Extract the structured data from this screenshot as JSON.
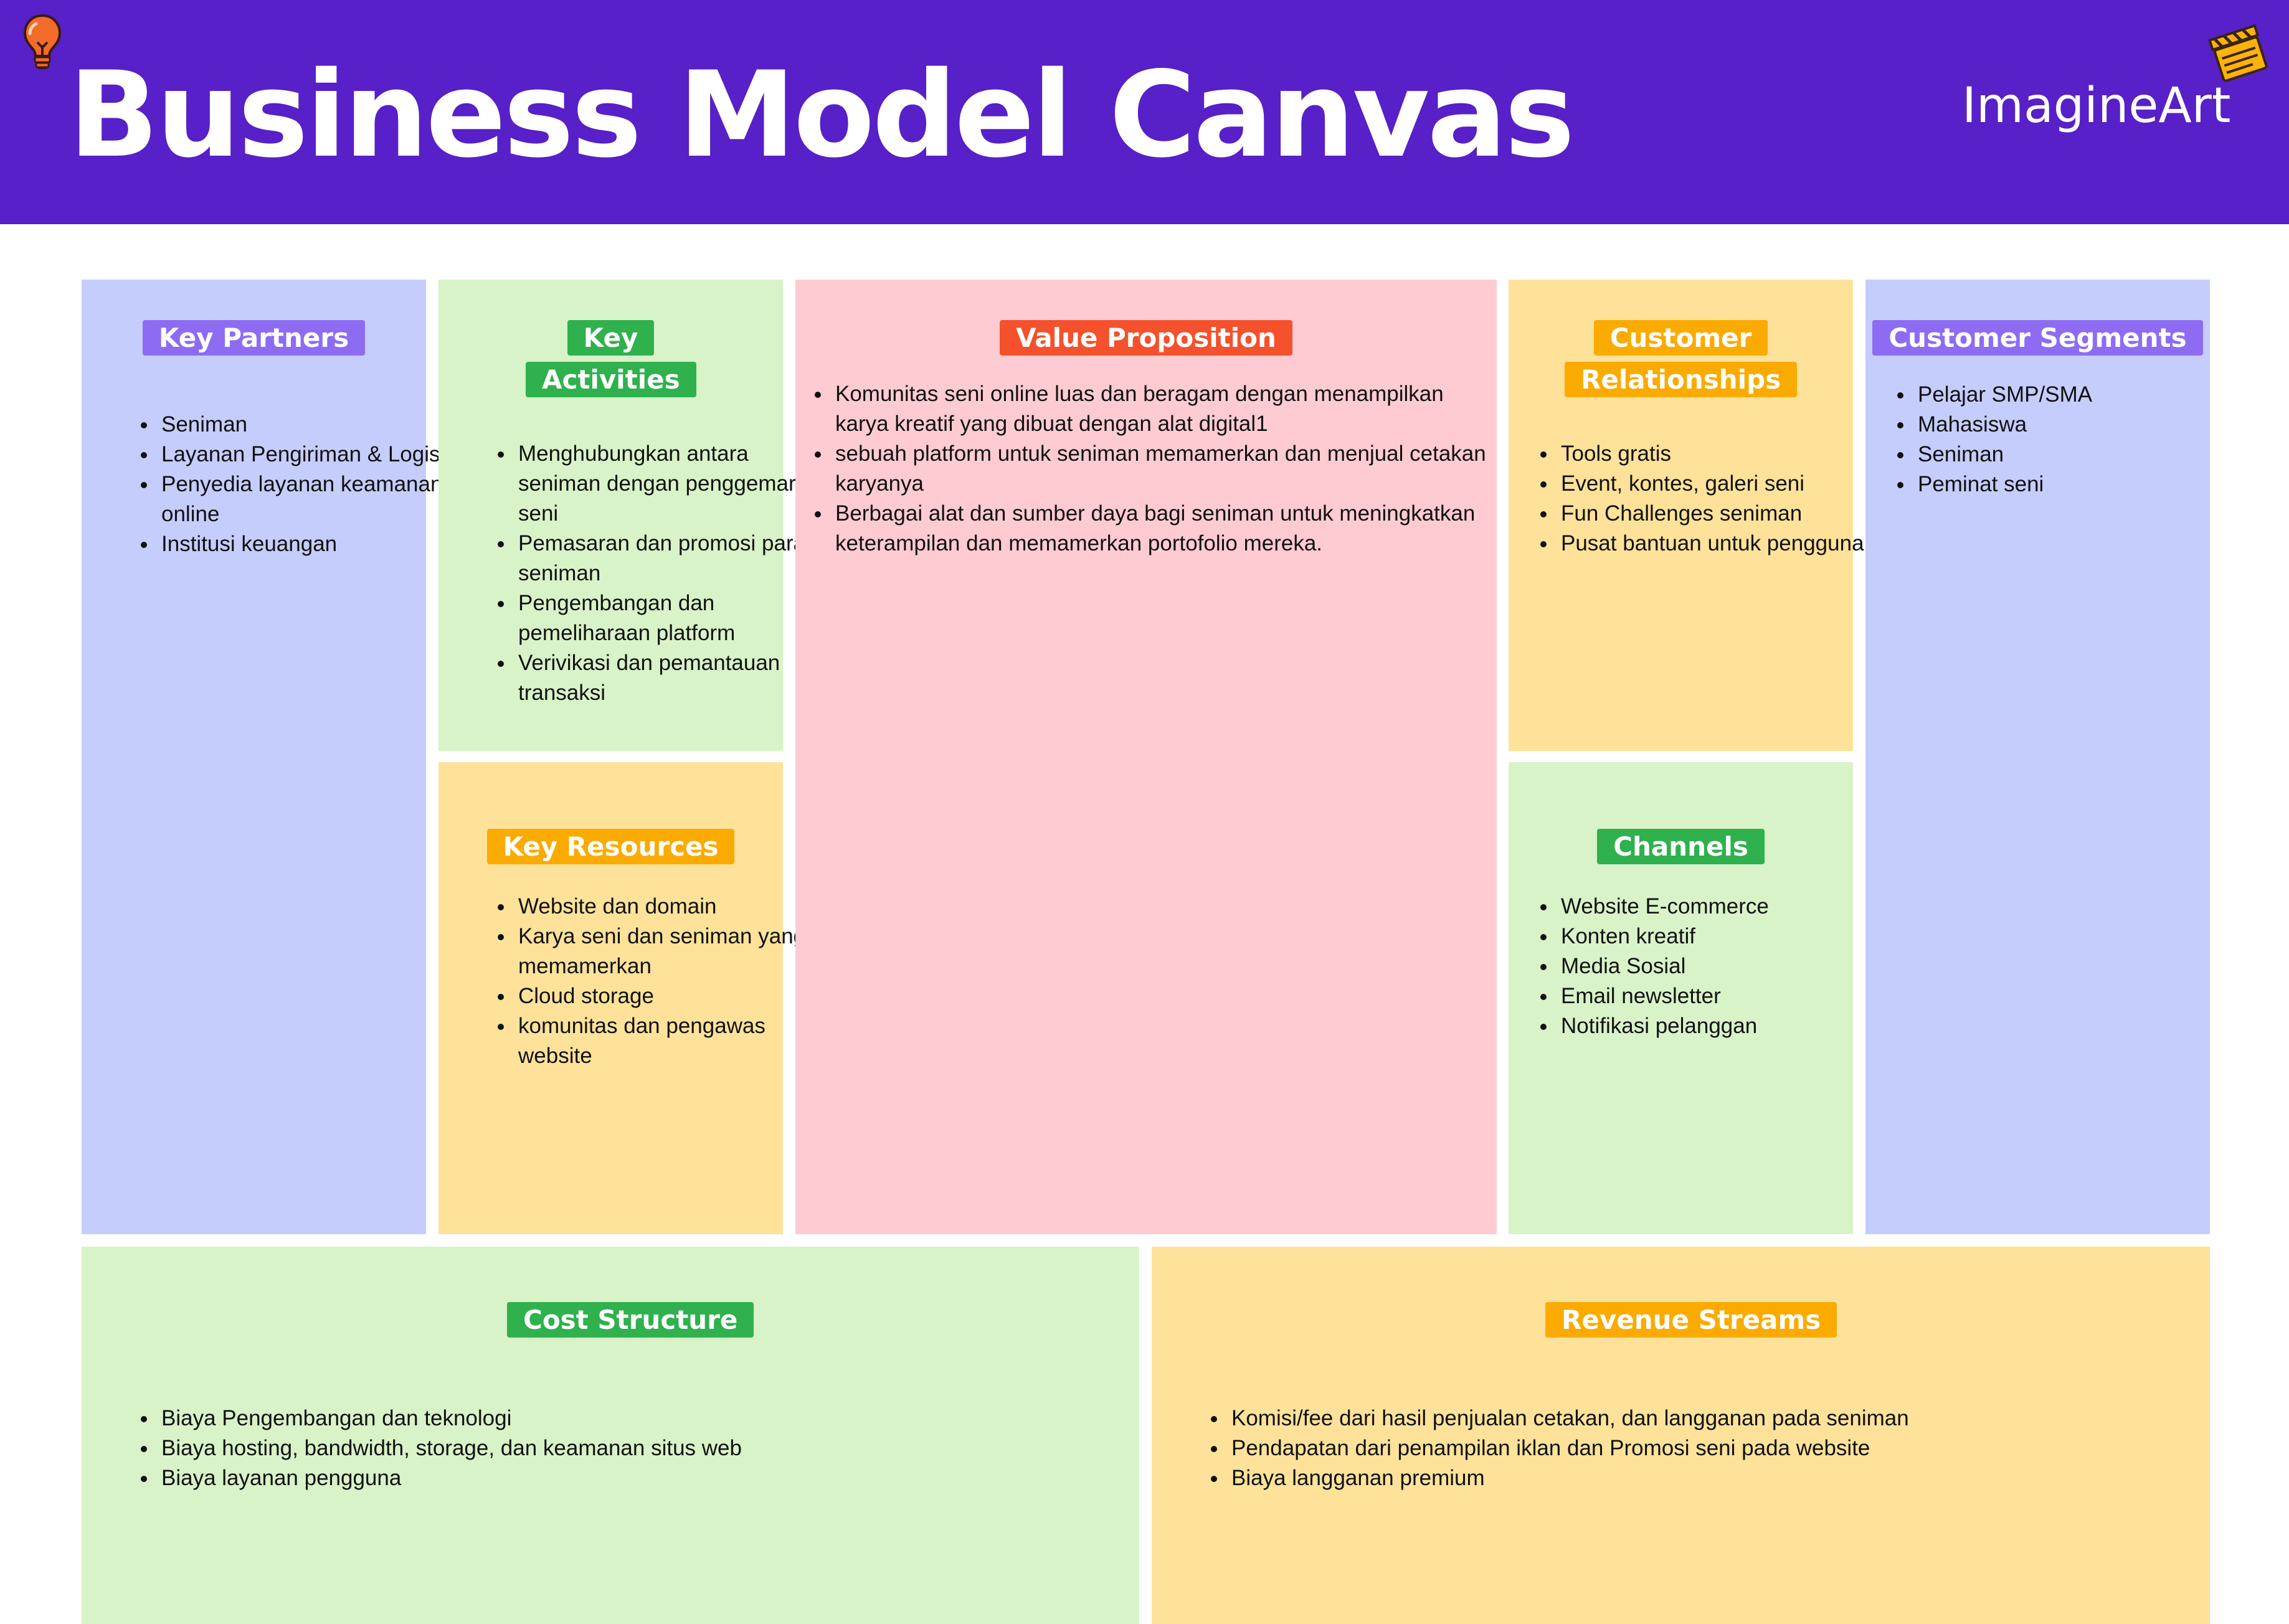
{
  "header": {
    "title": "Business Model Canvas",
    "brand": "ImagineArt",
    "background": "#5720c8",
    "icons": [
      "lightbulb-icon",
      "clapperboard-icon"
    ]
  },
  "colors": {
    "purple_box": "#c5cdfc",
    "purple_label": "#8d6cf3",
    "green_box": "#d8f3c8",
    "green_label": "#2fb14d",
    "yellow_box": "#fee29a",
    "yellow_label": "#fbab00",
    "pink_box": "#fecbd2",
    "red_label": "#f4512c"
  },
  "sections": {
    "key_partners": {
      "title": "Key Partners",
      "items": [
        "Seniman",
        "Layanan Pengiriman & Logistik",
        "Penyedia layanan keamanan online",
        "Institusi keuangan"
      ]
    },
    "key_activities": {
      "title": "Key Activities",
      "items": [
        "Menghubungkan antara seniman dengan penggemar seni",
        "Pemasaran dan promosi para seniman",
        "Pengembangan dan pemeliharaan platform",
        "Verivikasi dan pemantauan transaksi"
      ]
    },
    "key_resources": {
      "title": "Key Resources",
      "items": [
        "Website dan domain",
        "Karya seni dan seniman yang memamerkan",
        "Cloud storage",
        "komunitas dan pengawas website"
      ]
    },
    "value_proposition": {
      "title": "Value Proposition",
      "items": [
        "Komunitas seni online luas dan beragam dengan menampilkan karya kreatif yang dibuat dengan alat digital1",
        "sebuah platform untuk seniman memamerkan dan menjual cetakan karyanya",
        " Berbagai alat dan sumber daya bagi seniman untuk meningkatkan keterampilan dan memamerkan portofolio mereka."
      ]
    },
    "customer_relationships": {
      "title": "Customer Relationships",
      "items": [
        "Tools gratis",
        "Event, kontes, galeri seni",
        "Fun Challenges seniman",
        "Pusat bantuan untuk pengguna"
      ]
    },
    "channels": {
      "title": "Channels",
      "items": [
        "Website E-commerce",
        "Konten kreatif",
        "Media Sosial",
        "Email newsletter",
        "Notifikasi pelanggan"
      ]
    },
    "customer_segments": {
      "title": "Customer Segments",
      "items": [
        "Pelajar SMP/SMA",
        "Mahasiswa",
        "Seniman",
        "Peminat seni"
      ]
    },
    "cost_structure": {
      "title": "Cost Structure",
      "items": [
        "Biaya Pengembangan dan teknologi",
        "Biaya hosting, bandwidth, storage, dan keamanan situs web",
        "Biaya layanan pengguna"
      ]
    },
    "revenue_streams": {
      "title": "Revenue Streams",
      "items": [
        "Komisi/fee dari hasil penjualan cetakan, dan langganan pada seniman",
        "Pendapatan dari penampilan iklan dan Promosi seni pada website",
        "Biaya langganan premium"
      ]
    }
  }
}
